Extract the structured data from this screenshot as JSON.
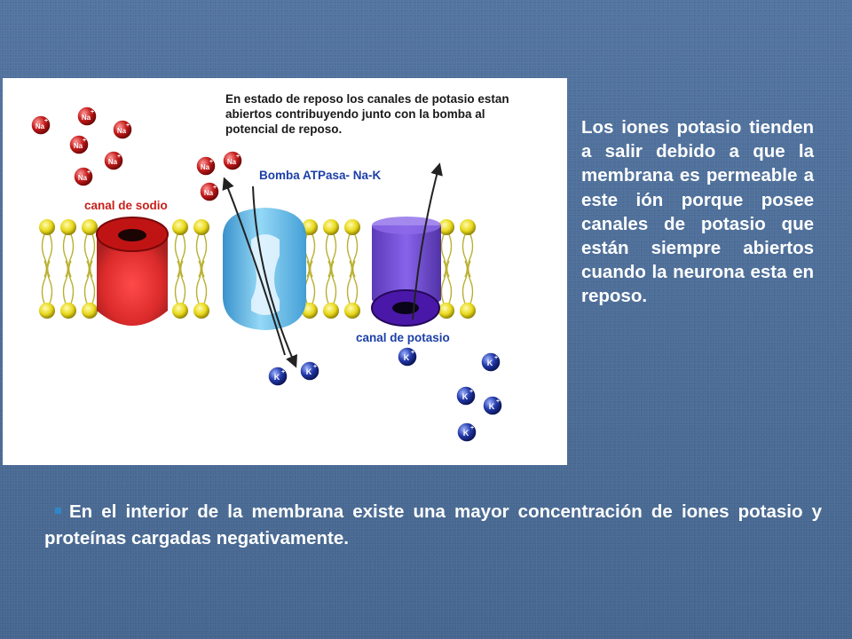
{
  "figure": {
    "caption": "En estado de reposo los canales de potasio estan abiertos contribuyendo junto con la bomba al potencial de reposo.",
    "labels": {
      "sodium_channel": "canal de sodio",
      "pump": "Bomba ATPasa- Na-K",
      "potassium_channel": "canal de potasio"
    },
    "ions": {
      "sodium": "Na",
      "potassium": "K",
      "charge": "+"
    },
    "colors": {
      "sodium_ion": "#c41a1a",
      "potassium_ion": "#2238a8",
      "sodium_channel": "#e01818",
      "pump": "#5cb8e6",
      "potassium_channel": "#5a2fc8",
      "phospholipid_head": "#e8d81a",
      "label_red": "#c8201a",
      "label_blue": "#1c3fa8"
    }
  },
  "side_text": "Los iones potasio tienden a salir debido a que la membrana es permeable a este ión porque posee canales de potasio que están siempre abiertos cuando la neurona esta en reposo.",
  "bullet": "En el interior de la membrana existe una mayor concentración de iones potasio y proteínas cargadas negativamente."
}
